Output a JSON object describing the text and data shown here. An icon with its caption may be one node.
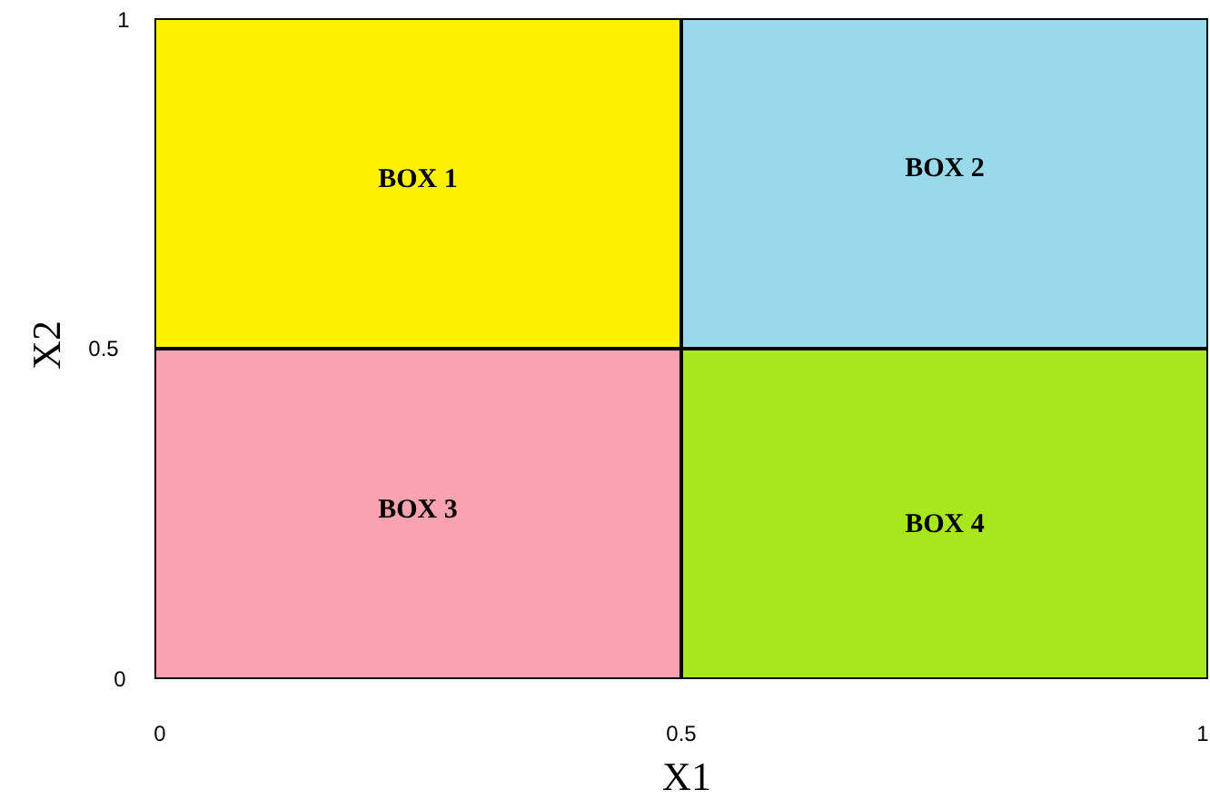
{
  "diagram": {
    "nodes": [
      {
        "text": [
          "BOX 1"
        ]
      },
      {
        "text": [
          "BOX 2"
        ]
      },
      {
        "text": [
          "BOX 3"
        ]
      },
      {
        "text": [
          "BOX 4"
        ]
      }
    ],
    "labels": [
      "1",
      "X2",
      "0.5",
      "0",
      "0",
      "0.5",
      "1",
      "X1"
    ]
  }
}
